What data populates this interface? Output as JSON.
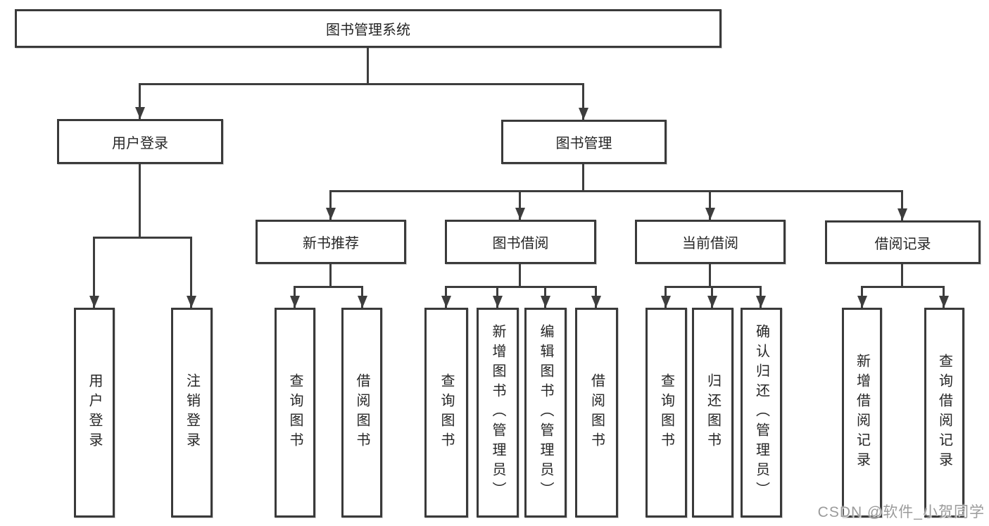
{
  "diagram": {
    "root": "图书管理系统",
    "level2": [
      "用户登录",
      "图书管理"
    ],
    "level3": [
      "新书推荐",
      "图书借阅",
      "当前借阅",
      "借阅记录"
    ],
    "leaves": {
      "user_login": [
        "用户登录",
        "注销登录"
      ],
      "new_books": [
        "查询图书",
        "借阅图书"
      ],
      "borrowing": [
        "查询图书",
        "新增图书（管理员）",
        "编辑图书（管理员）",
        "借阅图书"
      ],
      "current": [
        "查询图书",
        "归还图书",
        "确认归还（管理员）"
      ],
      "records": [
        "新增借阅记录",
        "查询借阅记录"
      ]
    },
    "colors": {
      "line": "#3d3d3d",
      "box_border": "#3a3a3a",
      "text": "#262626",
      "background": "#ffffff",
      "watermark": "#9b9b9b"
    }
  },
  "watermark": "CSDN @软件_小贺同学"
}
